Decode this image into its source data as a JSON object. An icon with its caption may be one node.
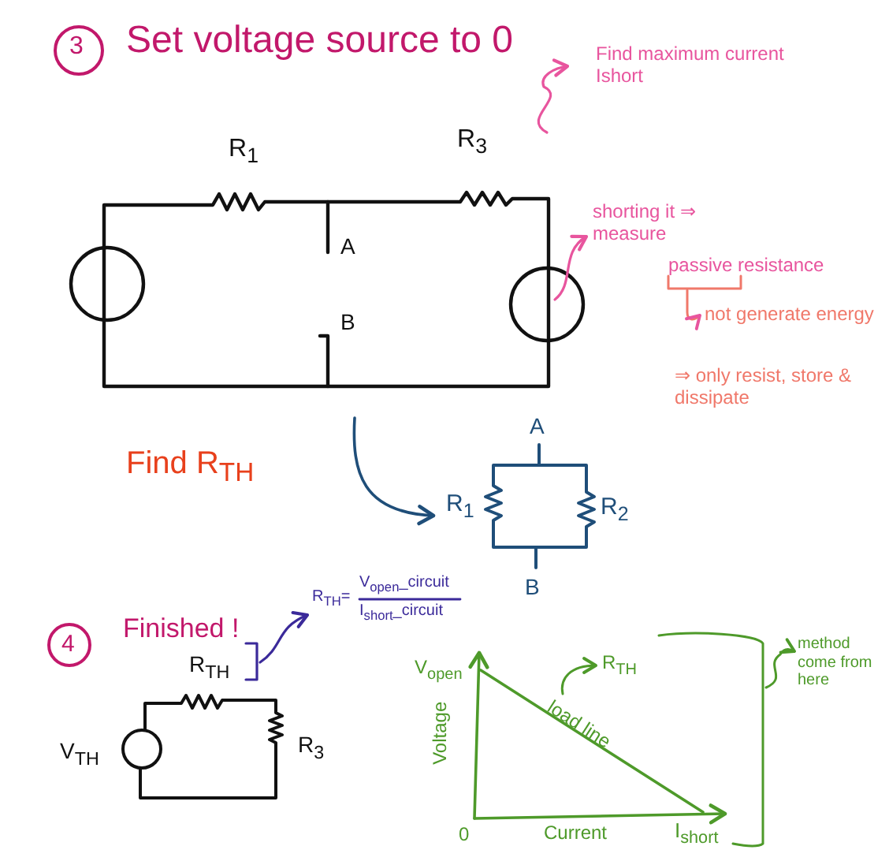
{
  "diagram": {
    "labels": [
      "3",
      "Set voltage source to 0",
      "Find maximum current Ishort",
      "R$_{1}$",
      "R$_{3}$",
      "shorting it ⇒ measure",
      "A",
      "passive resistance",
      "B",
      "not generate energy",
      "⇒ only resist, store & dissipate",
      "Find R$_{TH}$",
      "A",
      "R$_{1}$",
      "R$_{2}$",
      "B",
      "R$_{TH}$=",
      "V$_{open}$_circuit",
      "I$_{short}$_circuit",
      "4",
      "Finished !",
      "R$_{TH}$",
      "V$_{open}$",
      "R$_{TH}$",
      "method come from here",
      "V$_{TH}$",
      "R$_{3}$",
      "Voltage",
      "load line",
      "0",
      "Current",
      "I$_{short}$"
    ]
  }
}
